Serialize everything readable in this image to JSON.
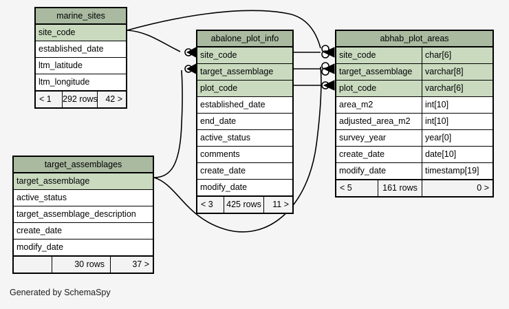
{
  "diagram": {
    "caption": "Generated by SchemaSpy",
    "colors": {
      "background": "#f5f5f5",
      "title_fill": "#a9baa0",
      "key_row_fill": "#c9dabf",
      "plain_row_fill": "#ffffff",
      "border": "#000000"
    }
  },
  "tables": {
    "marine_sites": {
      "title": "marine_sites",
      "columns": [
        {
          "name": "site_code",
          "type": "",
          "key": true
        },
        {
          "name": "established_date",
          "type": "",
          "key": false
        },
        {
          "name": "ltm_latitude",
          "type": "",
          "key": false
        },
        {
          "name": "ltm_longitude",
          "type": "",
          "key": false
        }
      ],
      "footer": {
        "prev": "< 1",
        "rows": "292 rows",
        "next": "42 >"
      }
    },
    "abalone_plot_info": {
      "title": "abalone_plot_info",
      "columns": [
        {
          "name": "site_code",
          "type": "",
          "key": true
        },
        {
          "name": "target_assemblage",
          "type": "",
          "key": true
        },
        {
          "name": "plot_code",
          "type": "",
          "key": true
        },
        {
          "name": "established_date",
          "type": "",
          "key": false
        },
        {
          "name": "end_date",
          "type": "",
          "key": false
        },
        {
          "name": "active_status",
          "type": "",
          "key": false
        },
        {
          "name": "comments",
          "type": "",
          "key": false
        },
        {
          "name": "create_date",
          "type": "",
          "key": false
        },
        {
          "name": "modify_date",
          "type": "",
          "key": false
        }
      ],
      "footer": {
        "prev": "< 3",
        "rows": "425 rows",
        "next": "11 >"
      }
    },
    "abhab_plot_areas": {
      "title": "abhab_plot_areas",
      "columns": [
        {
          "name": "site_code",
          "type": "char[6]",
          "key": true
        },
        {
          "name": "target_assemblage",
          "type": "varchar[8]",
          "key": true
        },
        {
          "name": "plot_code",
          "type": "varchar[6]",
          "key": true
        },
        {
          "name": "area_m2",
          "type": "int[10]",
          "key": false
        },
        {
          "name": "adjusted_area_m2",
          "type": "int[10]",
          "key": false
        },
        {
          "name": "survey_year",
          "type": "year[0]",
          "key": false
        },
        {
          "name": "create_date",
          "type": "date[10]",
          "key": false
        },
        {
          "name": "modify_date",
          "type": "timestamp[19]",
          "key": false
        }
      ],
      "footer": {
        "prev": "< 5",
        "rows": "161 rows",
        "next": "0 >"
      }
    },
    "target_assemblages": {
      "title": "target_assemblages",
      "columns": [
        {
          "name": "target_assemblage",
          "type": "",
          "key": true
        },
        {
          "name": "active_status",
          "type": "",
          "key": false
        },
        {
          "name": "target_assemblage_description",
          "type": "",
          "key": false
        },
        {
          "name": "create_date",
          "type": "",
          "key": false
        },
        {
          "name": "modify_date",
          "type": "",
          "key": false
        }
      ],
      "footer": {
        "prev": "",
        "rows": "30 rows",
        "next": "37 >"
      }
    }
  },
  "relationships": [
    {
      "from": "marine_sites.site_code",
      "to": "abalone_plot_info.site_code",
      "notation": "zero-or-many"
    },
    {
      "from": "marine_sites.site_code",
      "to": "abhab_plot_areas.site_code",
      "notation": "zero-or-many"
    },
    {
      "from": "target_assemblages.target_assemblage",
      "to": "abalone_plot_info.target_assemblage",
      "notation": "zero-or-many"
    },
    {
      "from": "target_assemblages.target_assemblage",
      "to": "abhab_plot_areas.target_assemblage",
      "notation": "zero-or-many"
    },
    {
      "from": "abalone_plot_info.site_code",
      "to": "abhab_plot_areas.site_code",
      "notation": "zero-or-many"
    },
    {
      "from": "abalone_plot_info.target_assemblage",
      "to": "abhab_plot_areas.target_assemblage",
      "notation": "zero-or-many"
    },
    {
      "from": "abalone_plot_info.plot_code",
      "to": "abhab_plot_areas.plot_code",
      "notation": "zero-or-many"
    }
  ]
}
